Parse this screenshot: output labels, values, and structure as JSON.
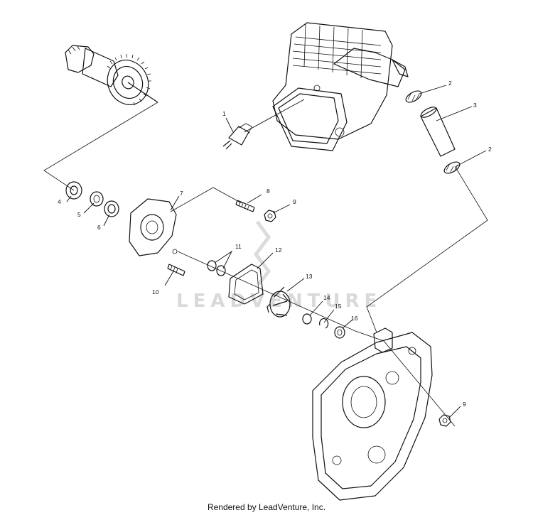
{
  "callouts": [
    "1",
    "2",
    "2",
    "3",
    "4",
    "5",
    "6",
    "7",
    "8",
    "9",
    "9",
    "10",
    "11",
    "12",
    "13",
    "14",
    "15",
    "16"
  ],
  "watermark": "LEADVENTURE",
  "footer": "Rendered by LeadVenture, Inc."
}
